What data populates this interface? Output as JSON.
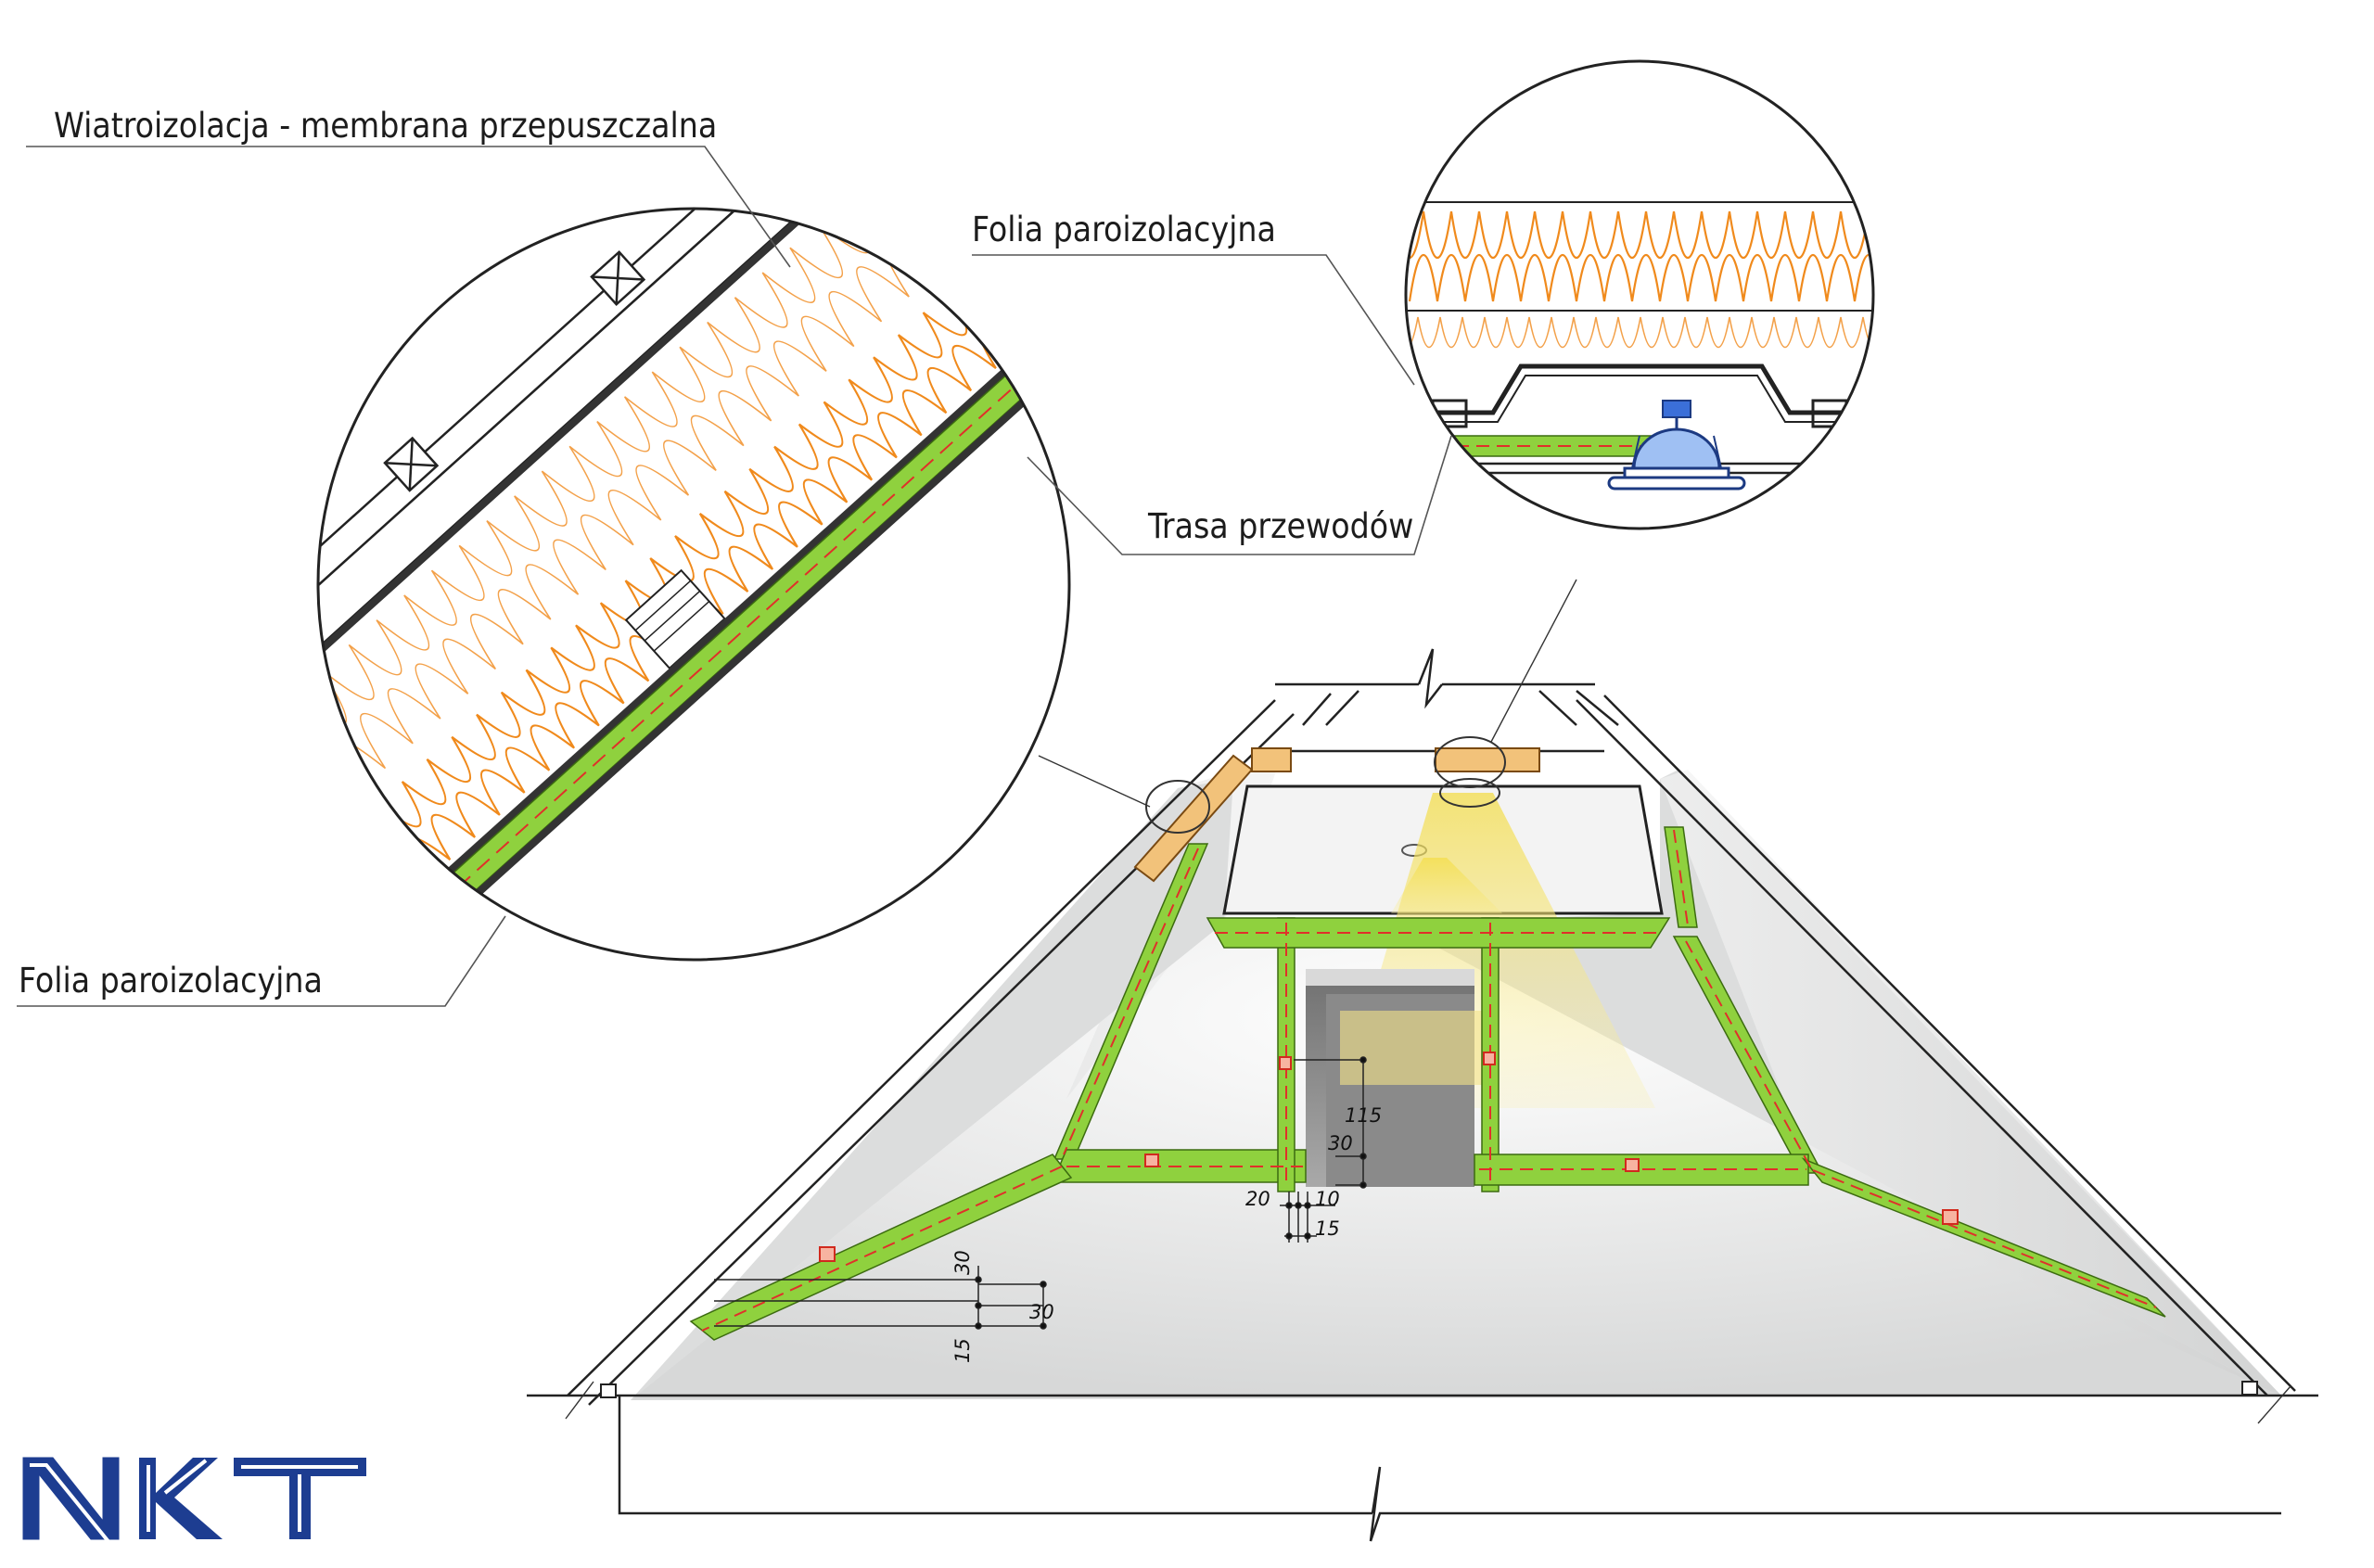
{
  "labels": {
    "wind_barrier": "Wiatroizolacja - membrana przepuszczalna",
    "vapor_barrier_top": "Folia paroizolacyjna",
    "cable_route": "Trasa przewodów",
    "vapor_barrier_left": "Folia paroizolacyjna"
  },
  "dimensions": {
    "d115": "115",
    "d30_door": "30",
    "d20": "20",
    "d10": "10",
    "d15_door": "15",
    "d30_wall_a": "30",
    "d30_wall_b": "30",
    "d15_wall": "15"
  },
  "logo": {
    "text": "NKT",
    "color": "#1d3d91"
  },
  "colors": {
    "insulation": "#f08a1c",
    "cable_zone": "#8fd13e",
    "cable_line": "#e0302a",
    "light_beam": "#f5e26a",
    "lamp": "#3b6fd8"
  }
}
